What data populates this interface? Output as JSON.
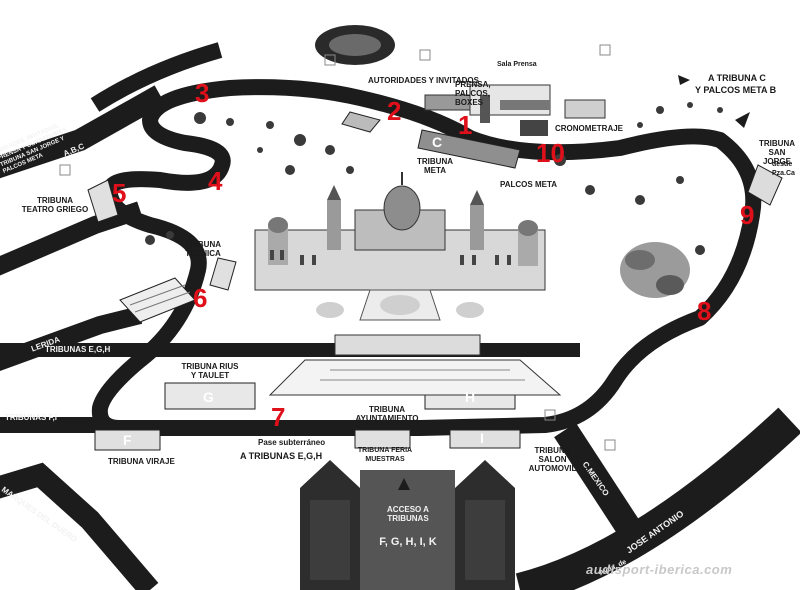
{
  "labels": {
    "autoridades": "AUTORIDADES Y INVITADOS",
    "prensa": "PRENSA, PALCOS, BOXES",
    "sala_prensa": "Sala Prensa",
    "cronometraje": "CRONOMETRAJE",
    "tribuna_meta": "TRIBUNA META",
    "palcos_meta": "PALCOS META",
    "tribuna_c": "A TRIBUNA C",
    "palcos_meta_b": "Y PALCOS META B",
    "tribuna_san_jorge": "TRIBUNA SAN JORGE",
    "desde": "desde Pza.Ca",
    "left_access": "ORIDADES, INVITADOS, PRENSA Y CORREDORES TRIBUNA SAN JORGE Y PALCOS META",
    "abc": "A,B,C",
    "tribuna_teatro": "TRIBUNA TEATRO GRIEGO",
    "tribuna_tecnica": "TRIBUNA TECNICA",
    "tribunas_egh": "TRIBUNAS E,G,H",
    "lerida": "LERIDA",
    "tribuna_rius": "TRIBUNA RIUS Y TAULET",
    "tribunas_fi": "TRIBUNAS F,I",
    "tribuna_ayuntamiento": "TRIBUNA AYUNTAMIENTO",
    "pase_subterraneo": "Pase subterráneo",
    "a_tribunas_egh": "A TRIBUNAS E,G,H",
    "tribuna_feria": "TRIBUNA FERIA MUESTRAS",
    "tribuna_salon": "TRIBUNA SALON AUTOMOVIL",
    "tribuna_viraje": "TRIBUNA VIRAJE",
    "marques_duero": "MARQUES DEL DUERO",
    "mexico": "C.MEXICO",
    "avda": "Avda. de",
    "jose_antonio": "JOSE ANTONIO",
    "acceso": "Acceso a Tribunas",
    "acceso_letters": "F, G, H, I, K",
    "stand_letters": {
      "c": "C",
      "g": "G",
      "h": "H",
      "f": "F",
      "i": "I"
    },
    "watermark": "audisport-iberica.com"
  },
  "corners": [
    "1",
    "2",
    "3",
    "4",
    "5",
    "6",
    "7",
    "8",
    "9",
    "10"
  ],
  "colors": {
    "road": "#1c1c1c",
    "corner_number": "#e0101a",
    "ink": "#1a1a1a",
    "paper": "#ffffff"
  }
}
